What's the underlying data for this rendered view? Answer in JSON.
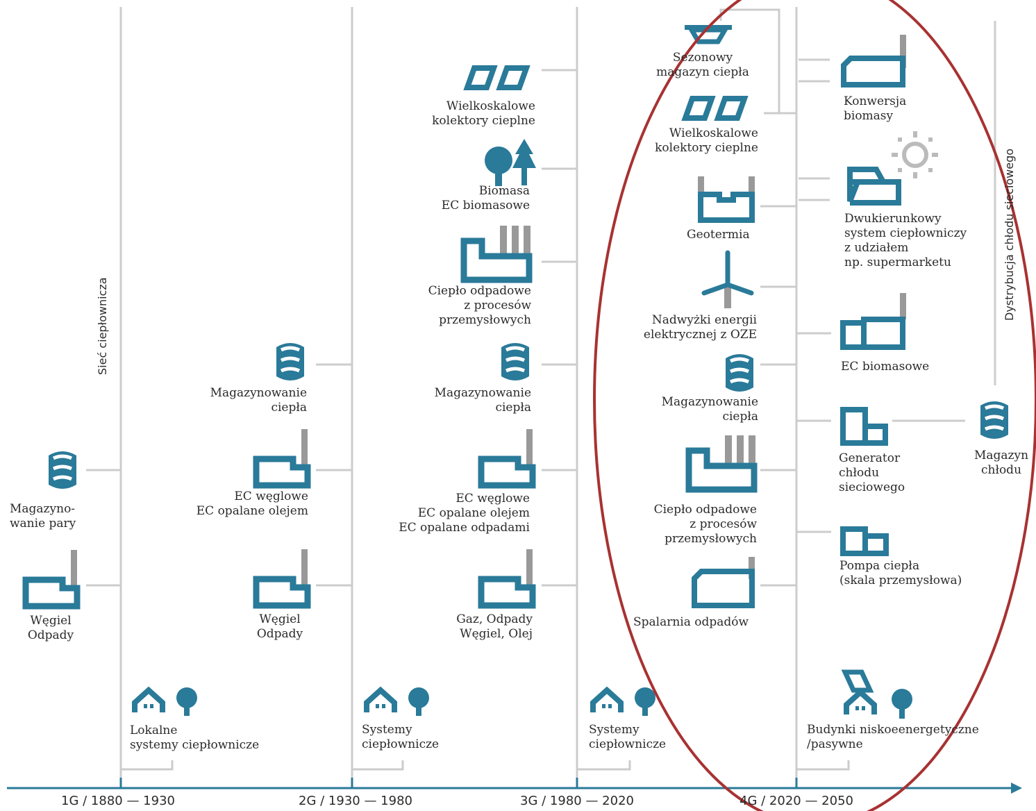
{
  "colors": {
    "accent": "#2a7a99",
    "chimney": "#999999",
    "line": "#cccccc",
    "ellipse": "#a83232"
  },
  "axis": {
    "gen1": "1G / 1880 — 1930",
    "gen2": "2G / 1930 — 1980",
    "gen3": "3G / 1980 — 2020",
    "gen4": "4G / 2020 — 2050"
  },
  "vertical_labels": {
    "network": "Sieć ciepłownicza",
    "cooling": "Dystrybucja chłodu sieciowego"
  },
  "g1": {
    "steam_storage": "Magazyno-\nwanie pary",
    "coal": "Węgiel\nOdpady",
    "local": "Lokalne\nsystemy ciepłownicze"
  },
  "g2": {
    "heat_storage": "Magazynowanie\nciepła",
    "chp": "EC węglowe\nEC opalane olejem",
    "coal": "Węgiel\nOdpady",
    "systems": "Systemy\nciepłownicze"
  },
  "g3": {
    "collectors": "Wielkoskalowe\nkolektory cieplne",
    "biomass": "Biomasa\nEC biomasowe",
    "waste_heat": "Ciepło odpadowe\nz procesów\nprzemysłowych",
    "heat_storage": "Magazynowanie\nciepła",
    "chp": "EC węglowe\nEC opalane olejem\nEC opalane odpadami",
    "fuels": "Gaz, Odpady\nWęgiel, Olej",
    "systems": "Systemy\nciepłownicze"
  },
  "g4": {
    "seasonal": "Sezonowy\nmagazyn ciepła",
    "collectors": "Wielkoskalowe\nkolektory cieplne",
    "geothermal": "Geotermia",
    "surplus": "Nadwyżki energii\nelektrycznej z OZE",
    "heat_storage": "Magazynowanie\nciepła",
    "waste_heat": "Ciepło odpadowe\nz procesów\nprzemysłowych",
    "incinerator": "Spalarnia odpadów",
    "biomass_conv": "Konwersja\nbiomasy",
    "bidirectional": "Dwukierunkowy\nsystem ciepłowniczy\nz udziałem\nnp. supermarketu",
    "biomass_chp": "EC biomasowe",
    "cold_gen": "Generator\nchłodu\nsieciowego",
    "cold_storage": "Magazyn\nchłodu",
    "heat_pump": "Pompa ciepła\n(skala przemysłowa)",
    "low_energy": "Budynki niskoeenergetyczne\n/pasywne"
  }
}
